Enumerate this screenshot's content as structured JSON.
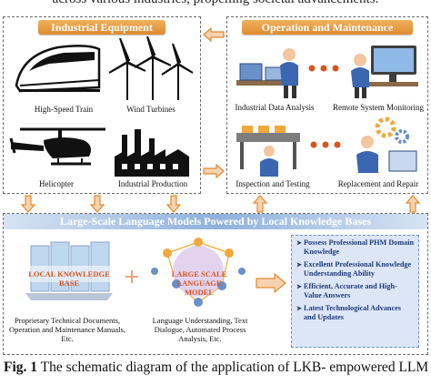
{
  "top_cut_text": "across various industries, propelling societal advancements.",
  "industrial": {
    "title": "Industrial Equipment",
    "items": [
      "High-Speed Train",
      "Wind Turbines",
      "Helicopter",
      "Industrial Production"
    ]
  },
  "operation": {
    "title": "Operation and Maintenance",
    "items": [
      "Industrial Data Analysis",
      "Remote System Monitoring",
      "Inspection and Testing",
      "Replacement and Repair"
    ]
  },
  "llm": {
    "title": "Large-Scale Language Models Powered by Local Knowledge Bases",
    "kb_label": "LOCAL KNOWLEDGE BASE",
    "kb_caption": "Proprietary Technical Documents, Operation and Maintenance Manuals, Etc.",
    "model_label": "LARGE SCALE LANGUAGE MODEL",
    "model_caption": "Language Understanding, Text Dialogue, Automated Process Analysis, Etc.",
    "plus": "+",
    "bullets": [
      "Possess Professional PHM Domain Knowledge",
      "Excellent Professional Knowledge Understanding Ability",
      "Efficient, Accurate and High-Value Answers",
      "Latest Technological Advances and Updates"
    ]
  },
  "caption": {
    "fig": "Fig. 1",
    "text": " The schematic diagram of the application of LKB- empowered LLM in the industrial PHM."
  },
  "colors": {
    "orange": "#e08a2f",
    "arrow_fill": "#f6d3b0",
    "arrow_stroke": "#e08a2f",
    "bullet_bg": "#dde6f6",
    "bullet_text": "#1d3a78",
    "llm_header": "#bcd3ee"
  }
}
